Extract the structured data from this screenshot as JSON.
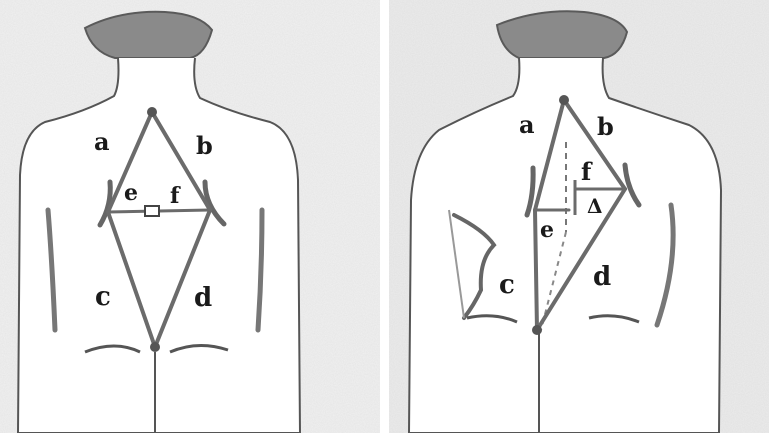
{
  "figure": {
    "left_panel": {
      "labels": {
        "a": "a",
        "b": "b",
        "c": "c",
        "d": "d",
        "e": "e",
        "f": "f"
      }
    },
    "right_panel": {
      "labels": {
        "a": "a",
        "b": "b",
        "c": "c",
        "d": "d",
        "e": "e",
        "f": "f",
        "delta": "Δ"
      }
    }
  },
  "colors": {
    "line": "#6b6b6b",
    "outline": "#555555",
    "background_grain": "#e6e6e6",
    "text": "#1a1a1a"
  }
}
